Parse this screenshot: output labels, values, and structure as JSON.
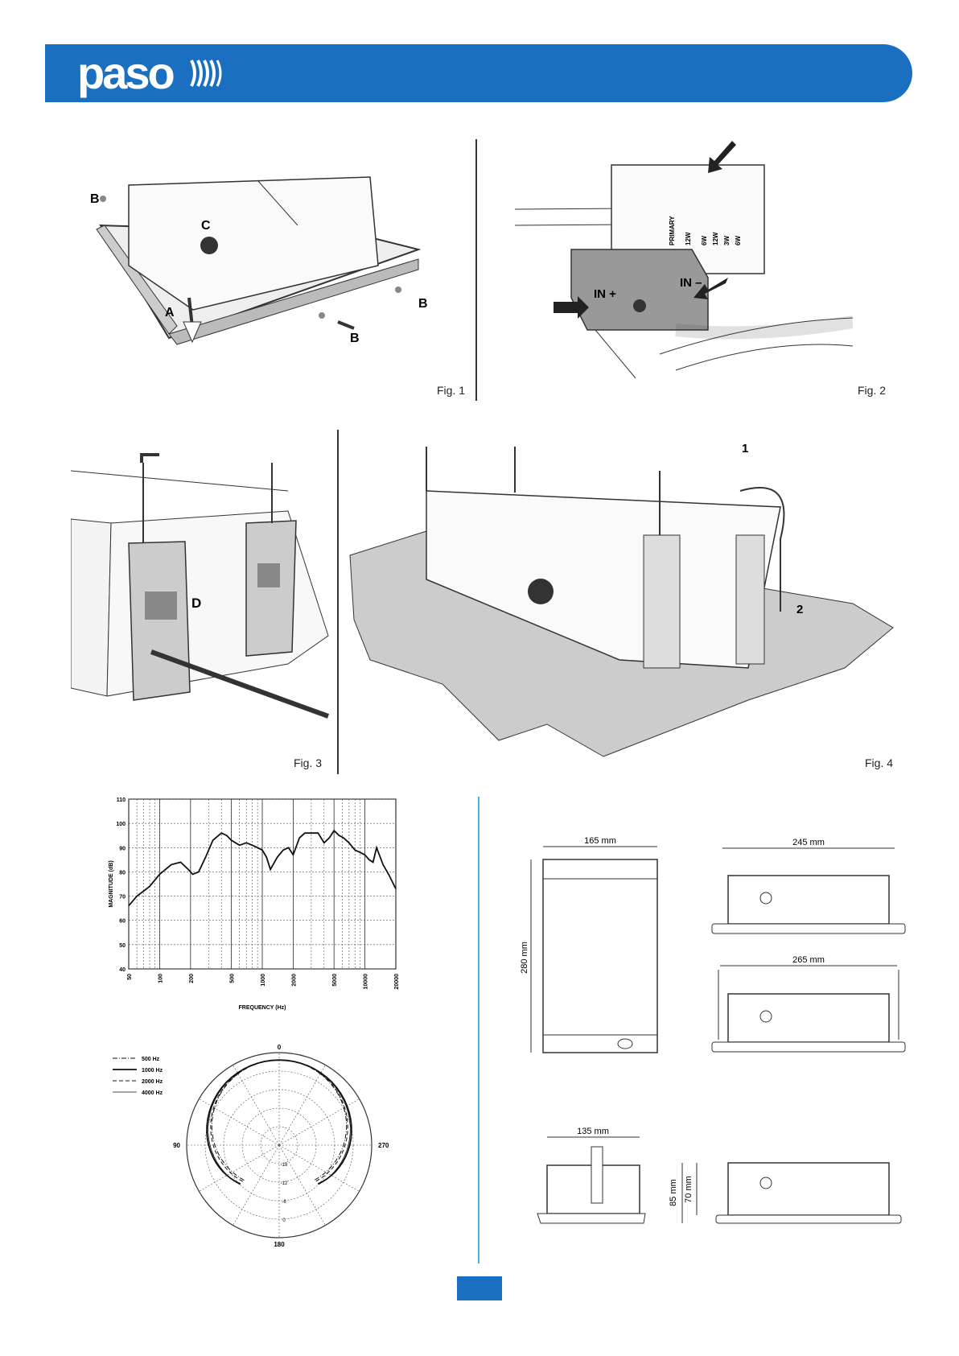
{
  "header": {
    "logo_text": "paso"
  },
  "figures": {
    "fig1": {
      "label": "Fig. 1",
      "callouts": [
        "A",
        "B",
        "B",
        "B",
        "C"
      ]
    },
    "fig2": {
      "label": "Fig. 2",
      "callouts": [
        "IN +",
        "IN –",
        "PRIMARY",
        "12W",
        "6W",
        "12W",
        "3W",
        "6W"
      ]
    },
    "fig3": {
      "label": "Fig. 3",
      "callouts": [
        "D"
      ]
    },
    "fig4": {
      "label": "Fig. 4",
      "callouts": [
        "1",
        "2"
      ]
    }
  },
  "dimensions": {
    "top_width": "165 mm",
    "top_height": "280 mm",
    "side_width_a": "245 mm",
    "side_width_b": "265 mm",
    "front_width": "135 mm",
    "height_outer": "85 mm",
    "height_inner": "70 mm"
  },
  "chart_data": [
    {
      "type": "line",
      "title": "",
      "xlabel": "FREQUENCY (Hz)",
      "ylabel": "MAGNITUDE (dB)",
      "x_scale": "log",
      "xlim": [
        50,
        20000
      ],
      "ylim": [
        40,
        110
      ],
      "x_ticks": [
        "50",
        "100",
        "200",
        "500",
        "1000",
        "2000",
        "5000",
        "10000",
        "20000"
      ],
      "y_ticks": [
        "40",
        "50",
        "60",
        "70",
        "80",
        "90",
        "100",
        "110"
      ],
      "grid": true,
      "series": [
        {
          "x": [
            50,
            60,
            80,
            100,
            130,
            160,
            190,
            210,
            240,
            280,
            330,
            400,
            450,
            500,
            600,
            700,
            800,
            900,
            1000,
            1100,
            1200,
            1400,
            1600,
            1800,
            2000,
            2300,
            2600,
            3000,
            3500,
            4000,
            4500,
            5000,
            5600,
            6200,
            7000,
            8000,
            9000,
            10000,
            11000,
            12000,
            13000,
            15000,
            17000,
            20000
          ],
          "y": [
            66,
            70,
            74,
            79,
            83,
            84,
            81,
            79,
            80,
            86,
            93,
            96,
            95,
            93,
            91,
            92,
            91,
            90,
            89,
            86,
            81,
            86,
            89,
            90,
            87,
            94,
            96,
            96,
            96,
            92,
            94,
            97,
            95,
            94,
            92,
            89,
            88,
            87,
            85,
            84,
            90,
            83,
            79,
            73
          ]
        }
      ]
    },
    {
      "type": "polar",
      "angle_labels": [
        "0",
        "90",
        "180",
        "270"
      ],
      "radial_labels": [
        "-18",
        "-12",
        "-6",
        "0"
      ],
      "series": [
        {
          "name": "500 Hz",
          "style": "dash-dot"
        },
        {
          "name": "1000 Hz",
          "style": "solid-bold"
        },
        {
          "name": "2000 Hz",
          "style": "dashed"
        },
        {
          "name": "4000 Hz",
          "style": "solid-thin"
        }
      ]
    }
  ]
}
